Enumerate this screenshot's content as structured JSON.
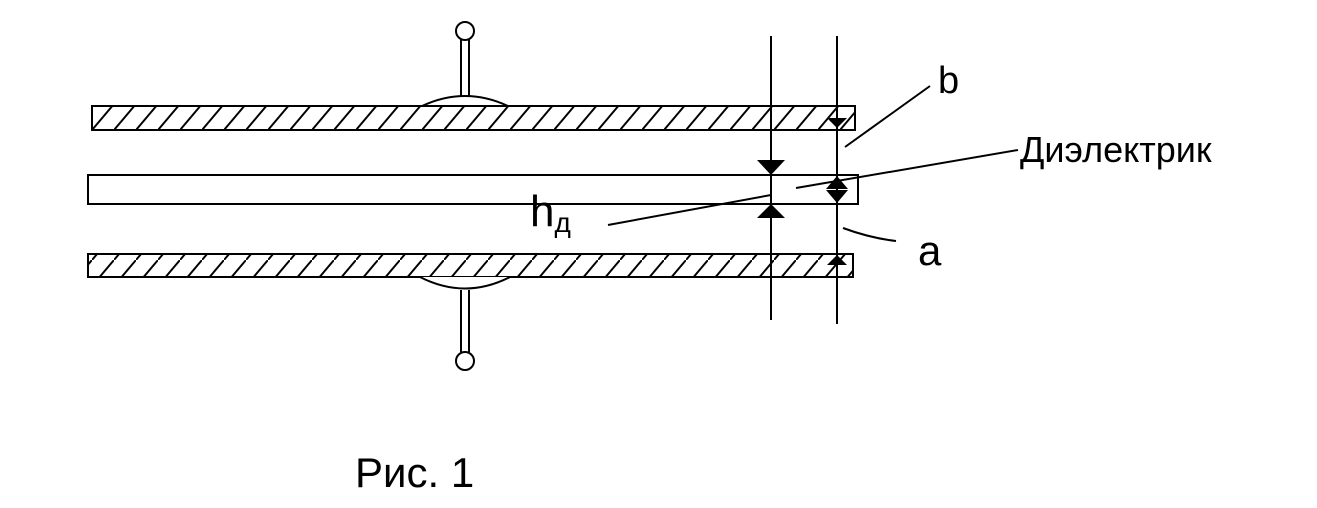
{
  "labels": {
    "b": "b",
    "dielectric": "Диэлектрик",
    "h_main": "h",
    "h_sub": "д",
    "a": "a",
    "caption": "Рис. 1"
  },
  "colors": {
    "stroke": "#000000",
    "background": "#ffffff"
  }
}
